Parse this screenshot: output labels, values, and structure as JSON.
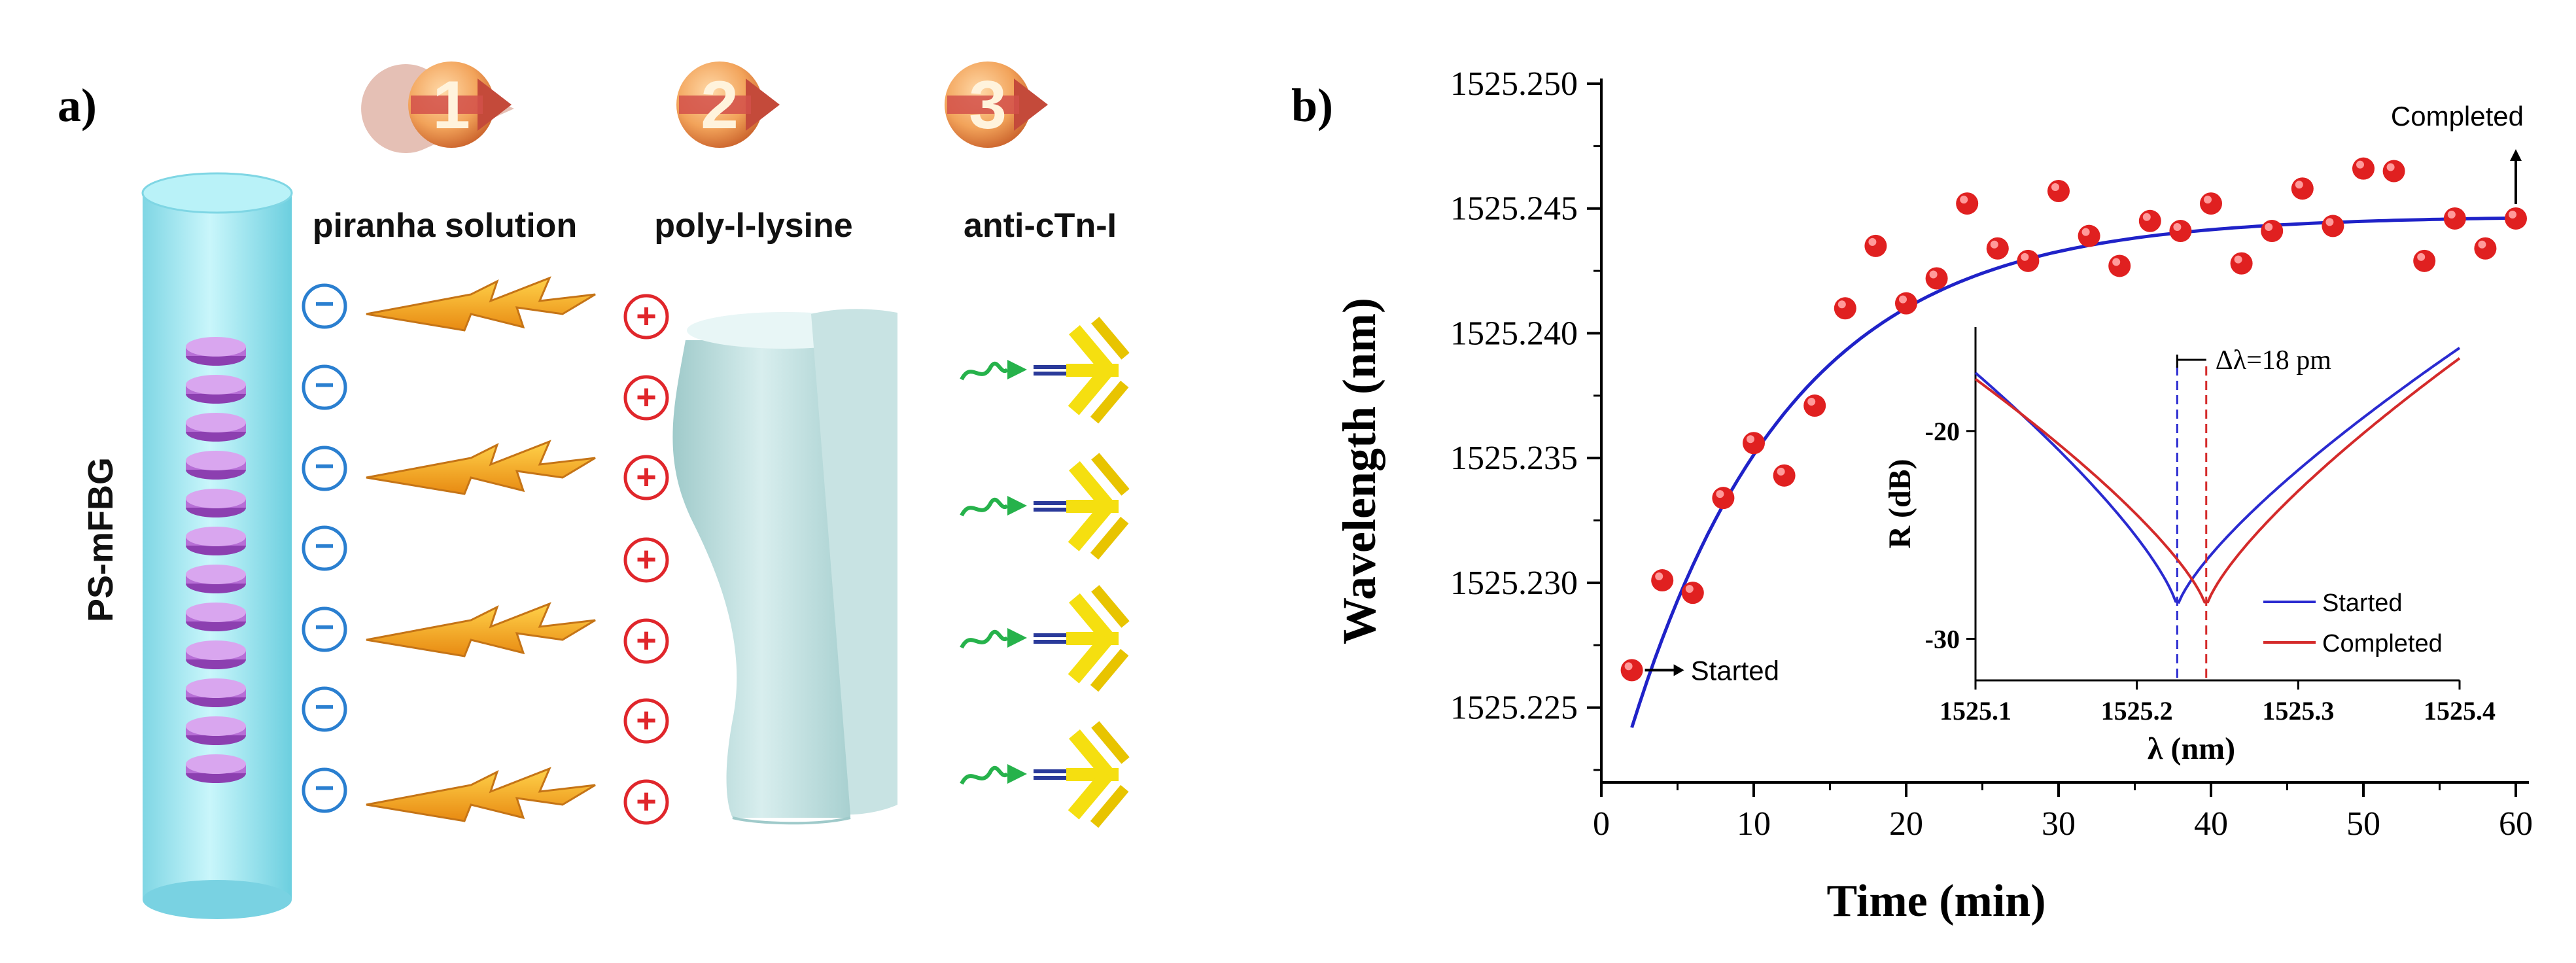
{
  "panel_a": {
    "label": "a)",
    "fiber_label": "PS-mFBG",
    "steps": [
      {
        "number": "1",
        "label": "piranha solution"
      },
      {
        "number": "2",
        "label": "poly-l-lysine"
      },
      {
        "number": "3",
        "label": "anti-cTn-I"
      }
    ],
    "minus_sign": "−",
    "plus_sign": "+",
    "colors": {
      "fiber": "#8fe6ef",
      "grating": "#b76fd6",
      "minus": "#2a7fd0",
      "plus": "#e0262b",
      "bolt": "#f5a623",
      "badge": "#e06a3a",
      "lysine_layer": "#b9dcdc",
      "antibody": "#f5df10",
      "antigen": "#26b24b"
    }
  },
  "chart_data": {
    "type": "scatter",
    "panel_label": "b)",
    "xlabel": "Time (min)",
    "ylabel": "Wavelength (nm)",
    "xlim": [
      0,
      60
    ],
    "ylim": [
      1525.222,
      1525.25
    ],
    "xticks": [
      "0",
      "10",
      "20",
      "30",
      "40",
      "50",
      "60"
    ],
    "yticks": [
      "1525.225",
      "1525.230",
      "1525.235",
      "1525.240",
      "1525.245",
      "1525.250"
    ],
    "points_x": [
      2,
      4,
      6,
      8,
      10,
      12,
      14,
      16,
      18,
      20,
      22,
      24,
      26,
      28,
      30,
      32,
      34,
      36,
      38,
      40,
      42,
      44,
      46,
      48,
      50,
      52,
      54,
      56,
      58,
      60
    ],
    "points_y": [
      1525.2265,
      1525.2301,
      1525.2296,
      1525.2334,
      1525.2356,
      1525.2343,
      1525.2371,
      1525.241,
      1525.2435,
      1525.2412,
      1525.2422,
      1525.2452,
      1525.2434,
      1525.2429,
      1525.2457,
      1525.2439,
      1525.2427,
      1525.2445,
      1525.2441,
      1525.2452,
      1525.2428,
      1525.2441,
      1525.2458,
      1525.2443,
      1525.2466,
      1525.2465,
      1525.2429,
      1525.2446,
      1525.2434,
      1525.2446
    ],
    "fit_curve": {
      "y0": 1525.2447,
      "amplitude": 0.0205,
      "t0": 2,
      "tau": 10.5,
      "color": "#1f22c8"
    },
    "point_color": "#e02020",
    "annotations": {
      "started": "Started",
      "completed": "Completed"
    },
    "inset": {
      "xlabel": "λ (nm)",
      "ylabel": "R (dB)",
      "xlim": [
        1525.1,
        1525.4
      ],
      "ylim": [
        -32,
        -15
      ],
      "xticks": [
        "1525.1",
        "1525.2",
        "1525.3",
        "1525.4"
      ],
      "yticks": [
        "-20",
        "-30"
      ],
      "shift_label": "Δλ=18 pm",
      "series": [
        {
          "name": "Started",
          "color": "#2a2ad0",
          "center": 1525.225,
          "min": -28.5,
          "left": -17.2,
          "right": -16.0
        },
        {
          "name": "Completed",
          "color": "#d42a2a",
          "center": 1525.243,
          "min": -28.5,
          "left": -17.5,
          "right": -16.5
        }
      ]
    }
  }
}
